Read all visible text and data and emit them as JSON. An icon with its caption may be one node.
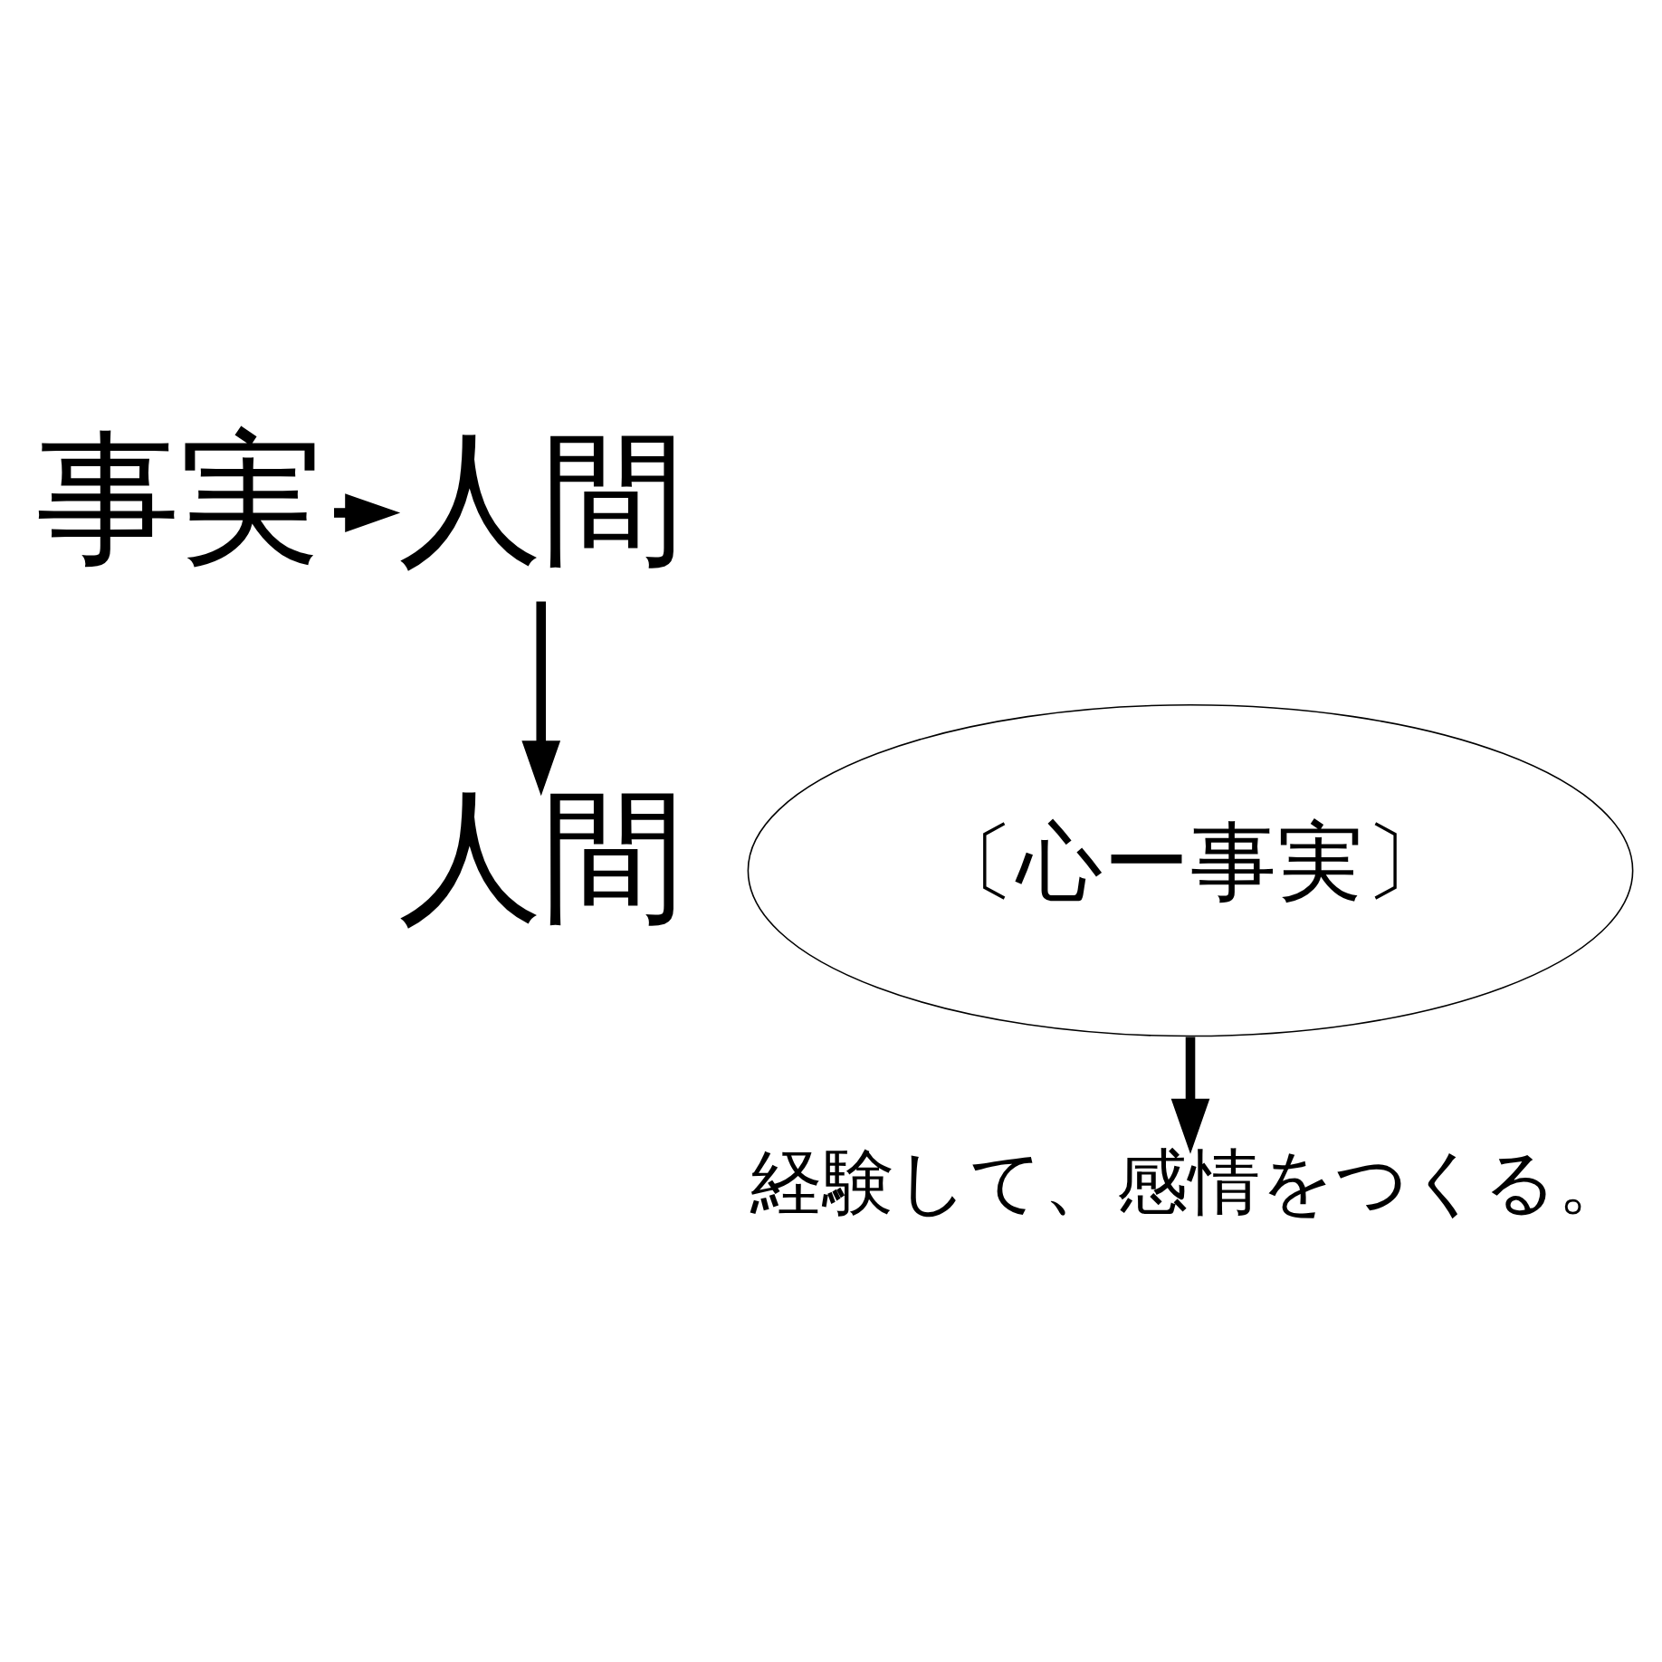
{
  "diagram": {
    "nodes": [
      {
        "text": [
          "事実"
        ]
      },
      {
        "text": [
          "人間"
        ]
      },
      {
        "text": [
          "人間"
        ]
      },
      {
        "text": [
          "〔心ー事実〕"
        ]
      },
      {
        "text": [
          "経験して、感情をつくる。"
        ]
      }
    ],
    "edges": [
      {
        "from": 0,
        "to": 1,
        "arrow": "to"
      },
      {
        "from": 1,
        "to": 2,
        "arrow": "to"
      },
      {
        "from": 3,
        "to": 4,
        "arrow": "to"
      }
    ]
  }
}
